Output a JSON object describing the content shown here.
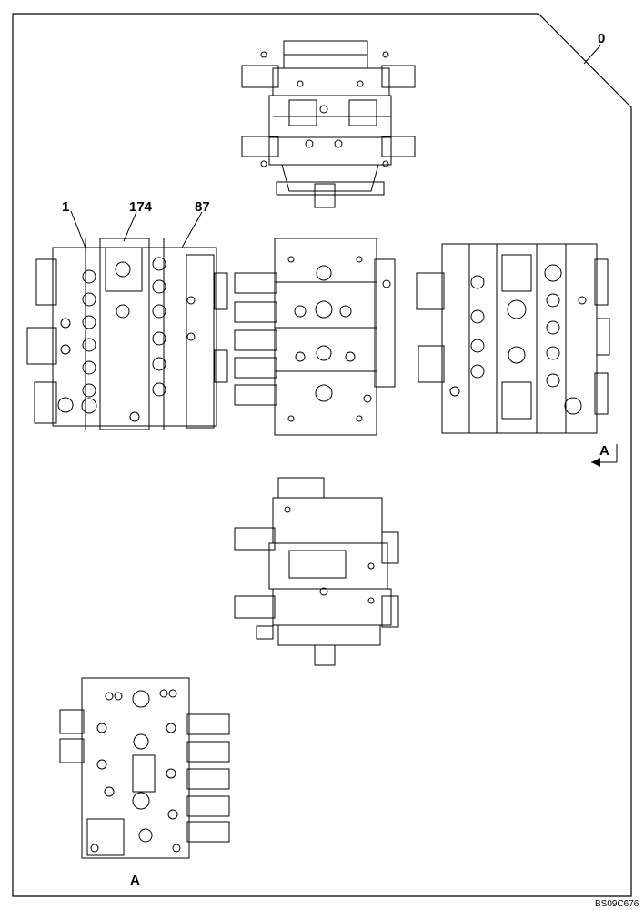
{
  "callouts": {
    "assembly": "0",
    "part_1": "1",
    "part_174": "174",
    "part_87": "87"
  },
  "view_marker": "A",
  "view_label": "A",
  "sheet_code": "BS09C676",
  "colors": {
    "line": "#000000",
    "paper": "#ffffff"
  }
}
